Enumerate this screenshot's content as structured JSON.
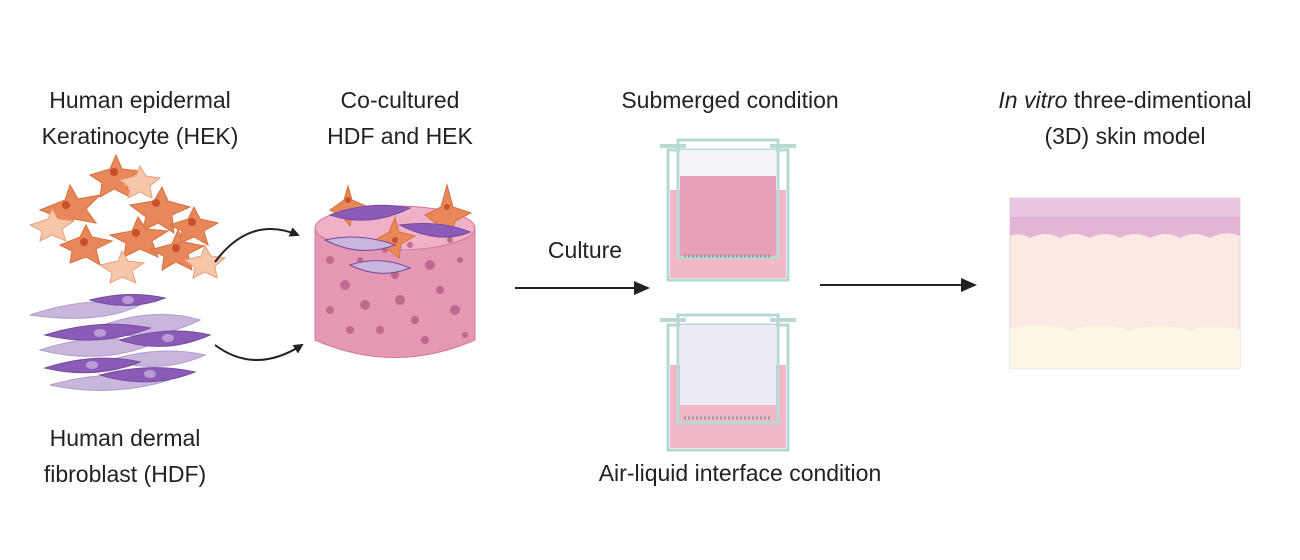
{
  "labels": {
    "hek": [
      "Human epidermal",
      "Keratinocyte (HEK)"
    ],
    "hdf": [
      "Human dermal",
      "fibroblast (HDF)"
    ],
    "cocultured": [
      "Co-cultured",
      "HDF and HEK"
    ],
    "submerged": "Submerged condition",
    "air_liquid": "Air-liquid  interface condition",
    "culture": "Culture",
    "model_italic": "In vitro",
    "model_rest": " three-dimentional",
    "model_line2": "(3D) skin model"
  },
  "colors": {
    "keratinocyte": "#e8875a",
    "keratinocyte_nucleus": "#c8502a",
    "fibroblast_dark": "#8a5cb8",
    "fibroblast_light": "#c9b6dc",
    "scaffold": "#e598b4",
    "scaffold_pore": "#b35a80",
    "medium": "#f2b8c8",
    "insert_wall": "#b8d8d4",
    "skin_epidermis": "#e8c6e0",
    "skin_dermis": "#fbe9e4",
    "skin_base": "#fbf6e6",
    "arrow": "#222222"
  }
}
